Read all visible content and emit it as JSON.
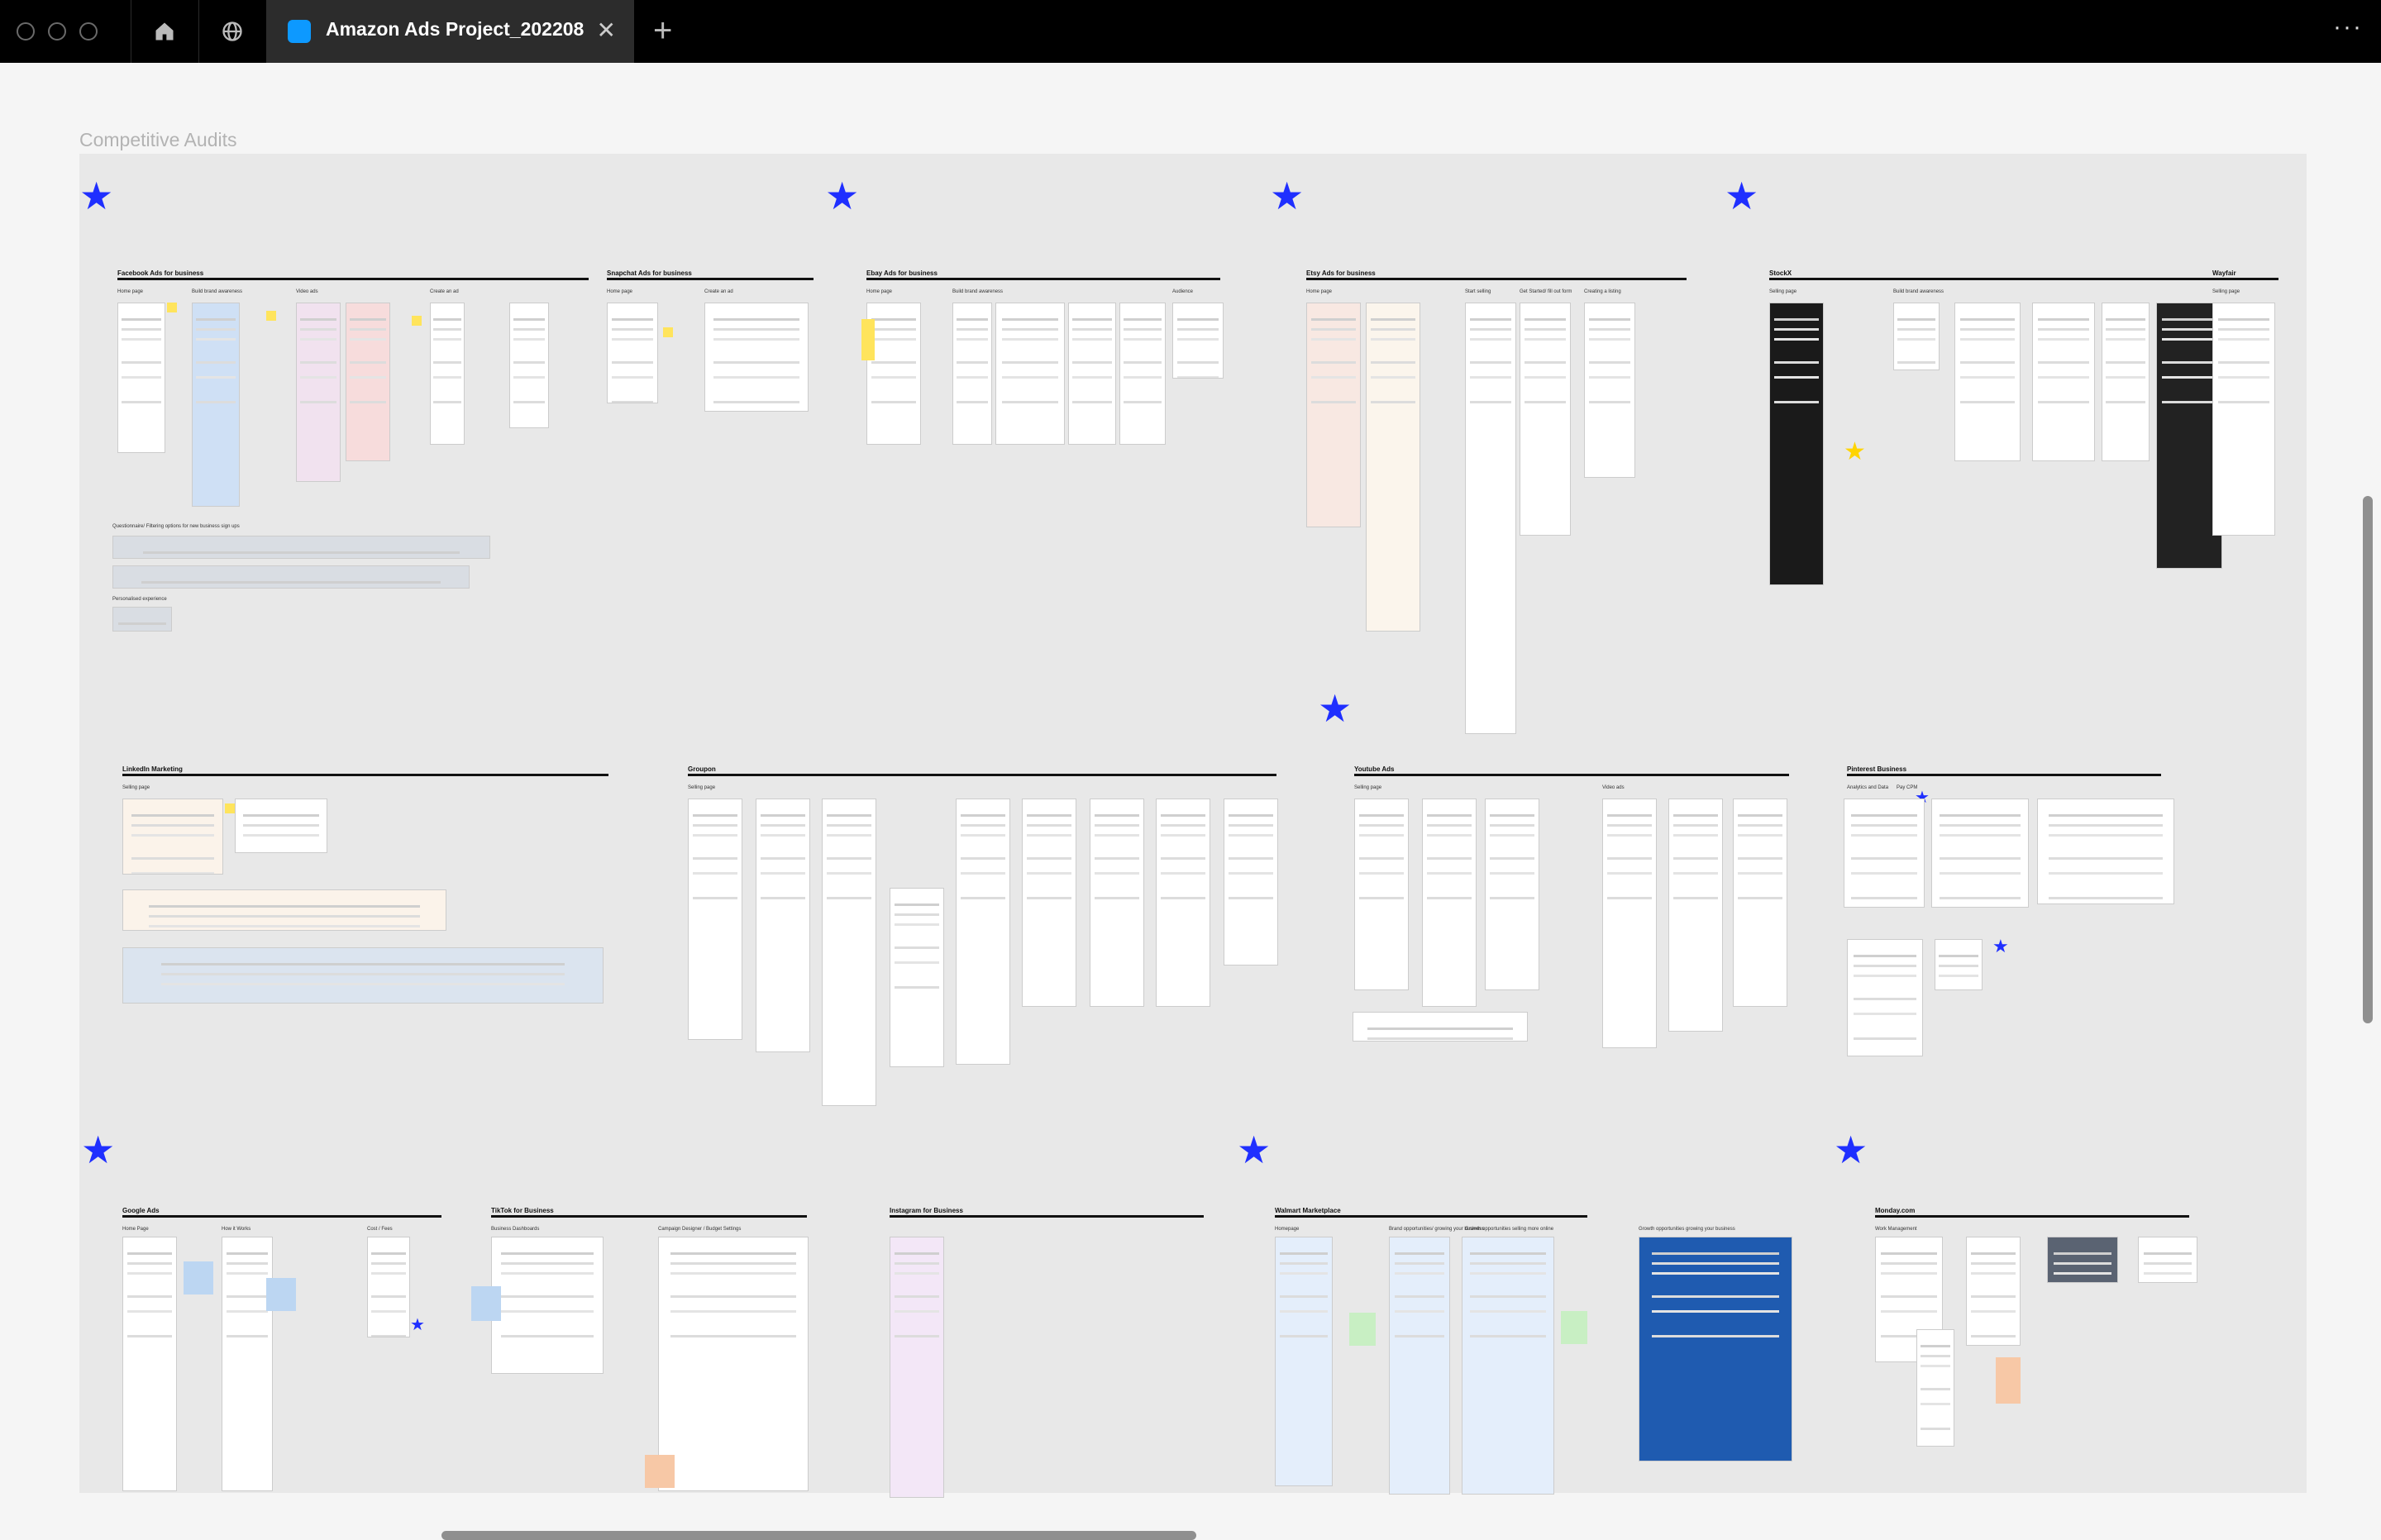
{
  "window": {
    "tab_title": "Amazon Ads Project_202208",
    "close_glyph": "✕",
    "new_tab_glyph": "+",
    "more_glyph": "···",
    "icons": [
      "home-icon",
      "globe-icon",
      "figma-file-icon"
    ]
  },
  "canvas": {
    "frame_label": "Competitive Audits",
    "colors": {
      "accent_star": "#1f2fff",
      "sticky": "#ffe45c",
      "background": "#e8e8e8"
    }
  },
  "sections": {
    "facebook": {
      "title": "Facebook Ads for business",
      "subs": [
        "Home page",
        "Build brand awareness",
        "Video ads",
        "Create an ad",
        "Questionnaire/ Filtering options for new business sign ups",
        "Personalised experience"
      ]
    },
    "snapchat": {
      "title": "Snapchat Ads for business",
      "subs": [
        "Home page",
        "Create an ad"
      ]
    },
    "ebay": {
      "title": "Ebay Ads for business",
      "subs": [
        "Home page",
        "Build brand awareness",
        "Audience"
      ]
    },
    "etsy": {
      "title": "Etsy Ads for business",
      "subs": [
        "Home page",
        "Start selling",
        "Get Started/ fill out form",
        "Creating a listing"
      ]
    },
    "stockx": {
      "title": "StockX",
      "subs": [
        "Selling page",
        "Build brand awareness"
      ]
    },
    "wayfair": {
      "title": "Wayfair",
      "subs": [
        "Selling page"
      ]
    },
    "linkedin": {
      "title": "LinkedIn Marketing",
      "subs": [
        "Selling page"
      ]
    },
    "groupon": {
      "title": "Groupon",
      "subs": [
        "Selling page"
      ]
    },
    "youtube": {
      "title": "Youtube Ads",
      "subs": [
        "Selling page",
        "Video ads"
      ]
    },
    "pinterest": {
      "title": "Pinterest Business",
      "subs": [
        "Analytics and Data",
        "Pay CPM"
      ]
    },
    "google": {
      "title": "Google Ads",
      "subs": [
        "Home Page",
        "How it Works",
        "Cost / Fees"
      ]
    },
    "tiktok": {
      "title": "TikTok for Business",
      "subs": [
        "Business Dashboards",
        "Campaign Designer / Budget Settings"
      ]
    },
    "instagram": {
      "title": "Instagram for Business",
      "subs": []
    },
    "walmart": {
      "title": "Walmart Marketplace",
      "subs": [
        "Homepage",
        "Brand opportunities/ growing your business",
        "Growth opportunities selling more online",
        "Growth opportunities growing your business"
      ]
    },
    "monday": {
      "title": "Monday.com",
      "subs": [
        "Work Management"
      ]
    }
  }
}
